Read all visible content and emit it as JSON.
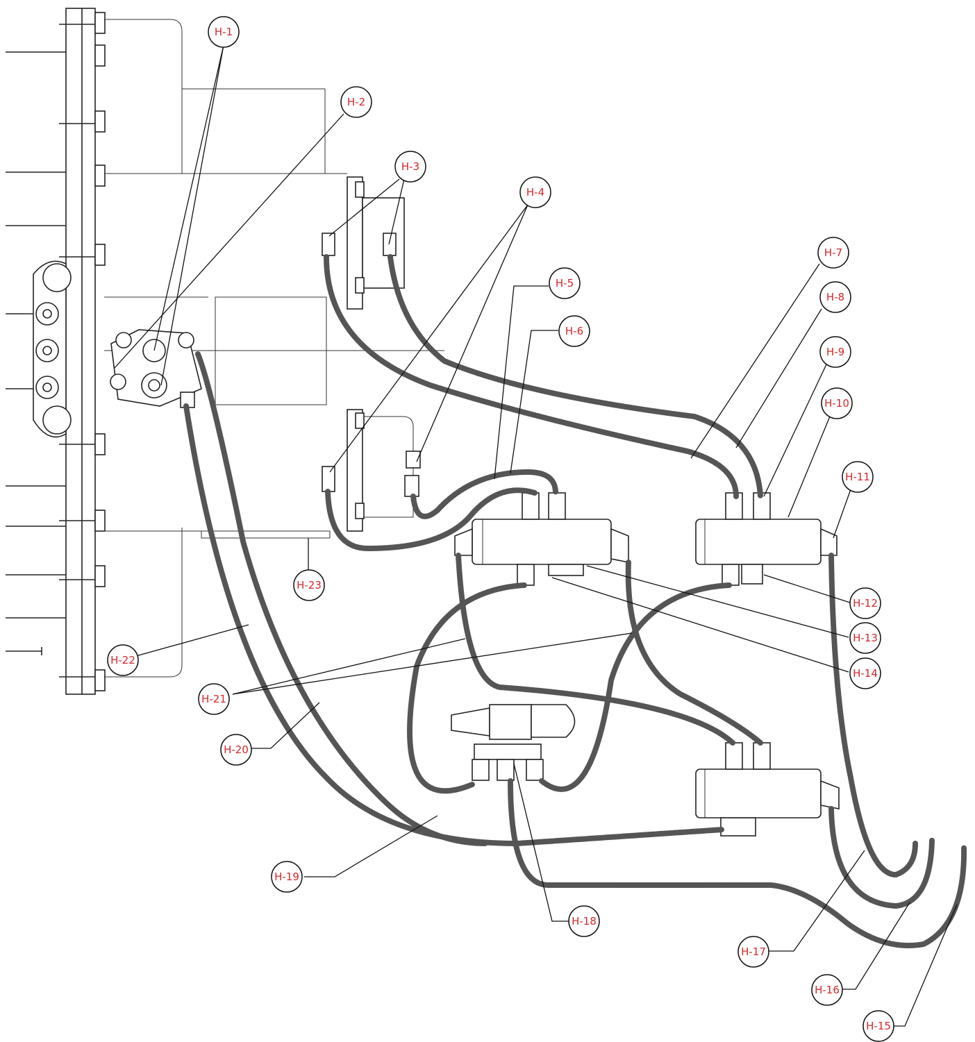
{
  "callouts": [
    {
      "id": "H-1",
      "label": "H-1"
    },
    {
      "id": "H-2",
      "label": "H-2"
    },
    {
      "id": "H-3",
      "label": "H-3"
    },
    {
      "id": "H-4",
      "label": "H-4"
    },
    {
      "id": "H-5",
      "label": "H-5"
    },
    {
      "id": "H-6",
      "label": "H-6"
    },
    {
      "id": "H-7",
      "label": "H-7"
    },
    {
      "id": "H-8",
      "label": "H-8"
    },
    {
      "id": "H-9",
      "label": "H-9"
    },
    {
      "id": "H-10",
      "label": "H-10"
    },
    {
      "id": "H-11",
      "label": "H-11"
    },
    {
      "id": "H-12",
      "label": "H-12"
    },
    {
      "id": "H-13",
      "label": "H-13"
    },
    {
      "id": "H-14",
      "label": "H-14"
    },
    {
      "id": "H-15",
      "label": "H-15"
    },
    {
      "id": "H-16",
      "label": "H-16"
    },
    {
      "id": "H-17",
      "label": "H-17"
    },
    {
      "id": "H-18",
      "label": "H-18"
    },
    {
      "id": "H-19",
      "label": "H-19"
    },
    {
      "id": "H-20",
      "label": "H-20"
    },
    {
      "id": "H-21",
      "label": "H-21"
    },
    {
      "id": "H-22",
      "label": "H-22"
    },
    {
      "id": "H-23",
      "label": "H-23"
    }
  ],
  "colors": {
    "callout_text": "#d6262a",
    "line": "#222222",
    "hose": "#555555"
  }
}
